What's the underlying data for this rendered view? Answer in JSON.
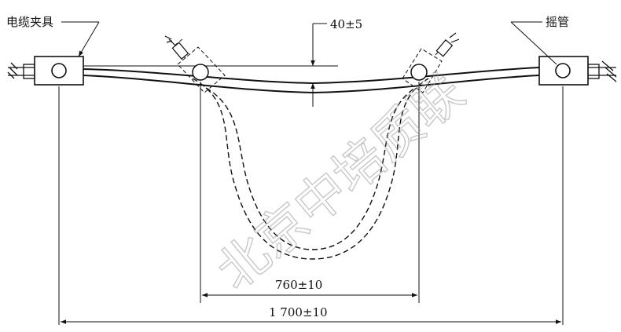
{
  "labels": {
    "cable_clamp": "电缆夹具",
    "rocker_tube": "摇管"
  },
  "dimensions": {
    "sag": "40±5",
    "inner_span": "760±10",
    "outer_span": "1 700±10"
  },
  "watermark": "北京中培质联",
  "colors": {
    "line": "#111111",
    "watermark": "#9a9a9a"
  }
}
